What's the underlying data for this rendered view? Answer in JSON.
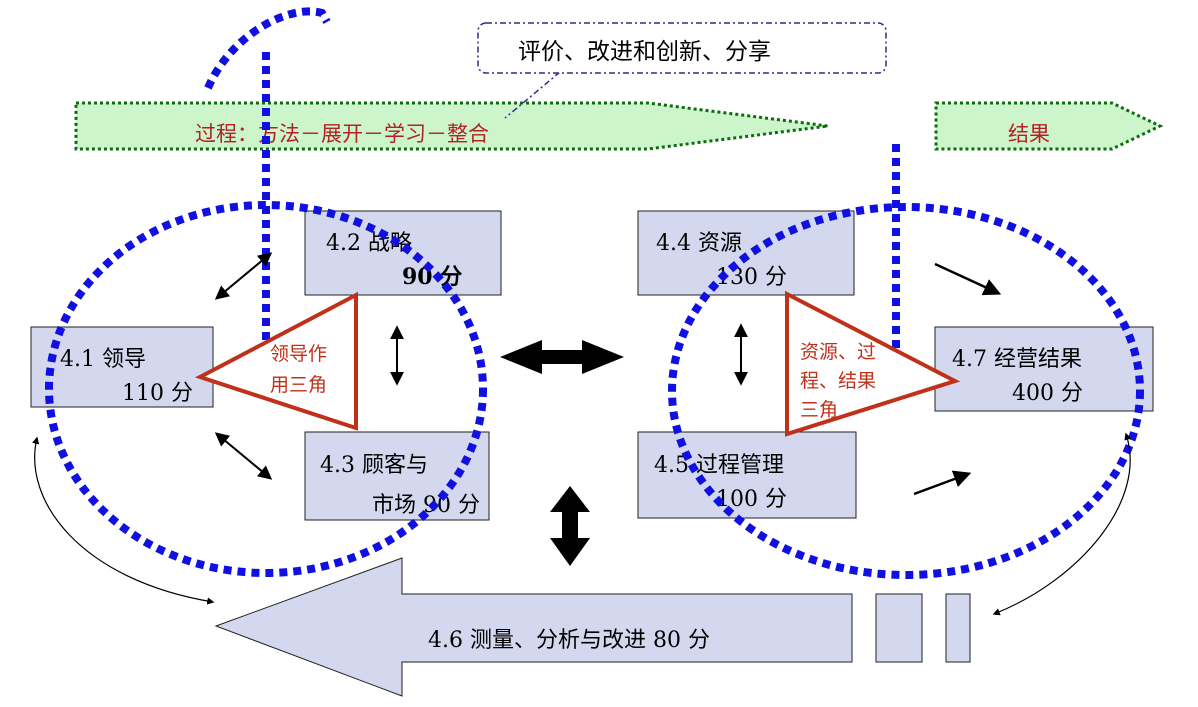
{
  "callout": {
    "text": "评价、改进和创新、分享"
  },
  "process_banner": {
    "label": "过程：方法－展开－学习－整合"
  },
  "result_banner": {
    "label": "结果"
  },
  "boxes": {
    "leadership": {
      "title": "4.1  领导",
      "score": "110 分"
    },
    "strategy": {
      "title": "4.2  战略",
      "score": "90 分"
    },
    "customer": {
      "title": "4.3  顾客与",
      "line2": "市场 90 分"
    },
    "resources": {
      "title": "4.4  资源",
      "score": "130 分"
    },
    "process": {
      "title": "4.5  过程管理",
      "score": "100 分"
    },
    "measurement": {
      "label": "4.6  测量、分析与改进  80  分"
    },
    "results": {
      "title": "4.7  经营结果",
      "score": "400 分"
    }
  },
  "triangles": {
    "leadership": {
      "line1": "领导作",
      "line2": "用三角"
    },
    "results": {
      "line1": "资源、过",
      "line2": "程、结果",
      "line3": "三角"
    }
  },
  "colors": {
    "box_fill": "#d3d8ee",
    "banner_fill": "#ccf5cc",
    "banner_border": "#0f6b0f",
    "dotted_blue": "#1010e0",
    "triangle_red": "#c0311a"
  }
}
